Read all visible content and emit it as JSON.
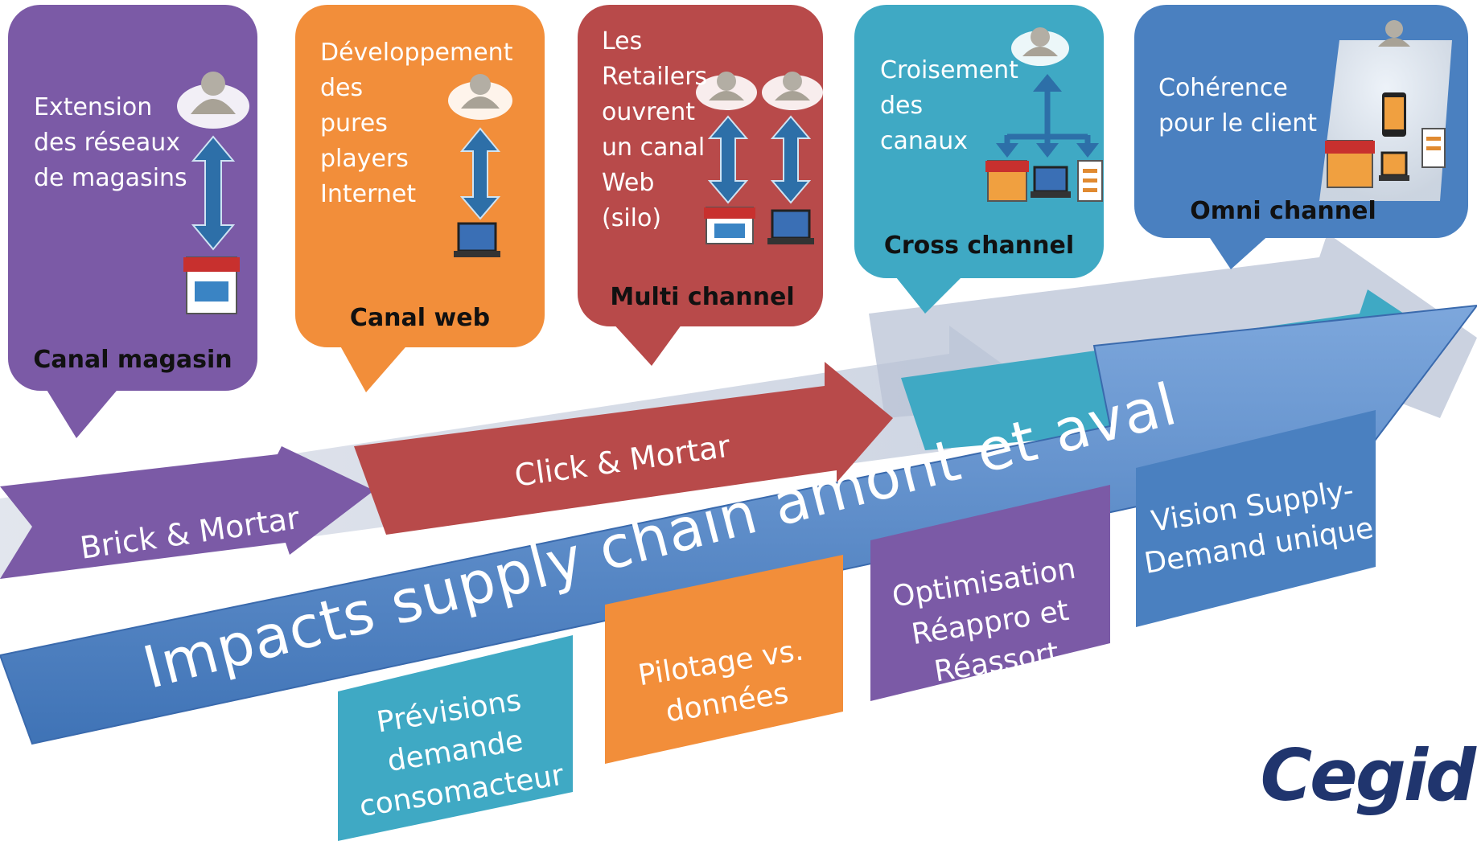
{
  "colors": {
    "purple": "#7b5aa6",
    "orange": "#f28e3a",
    "red": "#b84a4a",
    "teal": "#3fa9c4",
    "blue": "#4a80c0",
    "arrow_blue": "#5b8fd0"
  },
  "bubbles": [
    {
      "text": [
        "Extension",
        "des réseaux",
        "de magasins"
      ],
      "title": "Canal magasin",
      "icons": [
        "person-icon",
        "double-arrow-icon",
        "store-icon"
      ]
    },
    {
      "text": [
        "Développement",
        "des",
        "pures",
        "players",
        "Internet"
      ],
      "title": "Canal web",
      "icons": [
        "person-icon",
        "double-arrow-icon",
        "laptop-cart-icon"
      ]
    },
    {
      "text": [
        "Les",
        "Retailers",
        "ouvrent",
        "un canal",
        "Web",
        "(silo)"
      ],
      "title": "Multi channel",
      "icons": [
        "person-icon",
        "person-icon",
        "double-arrow-icon",
        "double-arrow-icon",
        "store-icon",
        "laptop-cart-icon"
      ]
    },
    {
      "text": [
        "Croisement",
        "des",
        "canaux"
      ],
      "title": "Cross channel",
      "icons": [
        "person-icon",
        "branch-arrow-icon",
        "store-icon",
        "laptop-cart-icon",
        "catalog-icon"
      ]
    },
    {
      "text": [
        "Cohérence",
        "pour le client"
      ],
      "title": "Omni channel",
      "icons": [
        "person-icon",
        "store-icon",
        "smartphone-icon",
        "laptop-cart-icon",
        "catalog-icon"
      ]
    }
  ],
  "stages": [
    "Brick & Mortar",
    "Click & Mortar"
  ],
  "main_arrow": "Impacts supply chain amont et aval",
  "impacts": [
    [
      "Prévisions  demande",
      "consomacteur"
    ],
    [
      "Pilotage vs. données"
    ],
    [
      "Optimisation",
      "Réappro et Réassort"
    ],
    [
      "Vision Supply-",
      "Demand unique"
    ]
  ],
  "logo": "Cegid"
}
